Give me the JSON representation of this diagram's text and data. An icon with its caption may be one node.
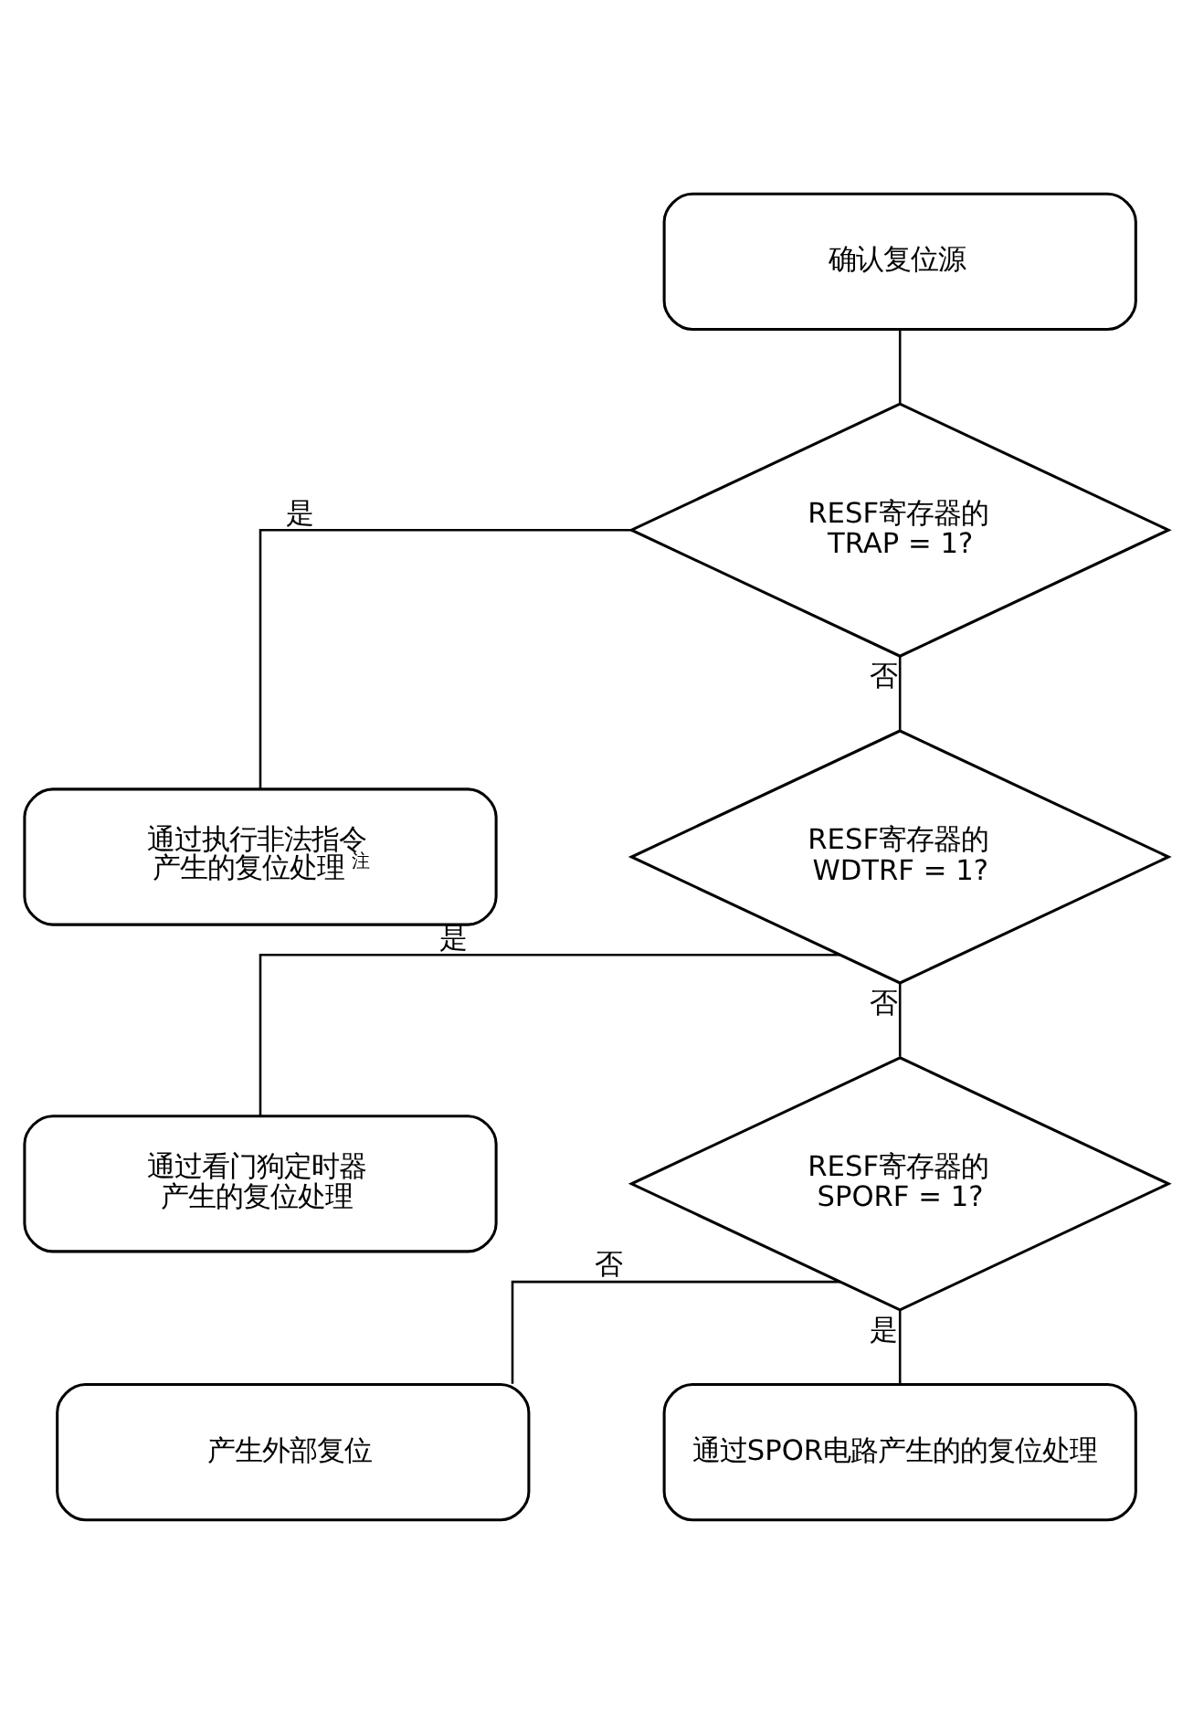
{
  "diagram": {
    "nodes": [
      {
        "text": [
          "确认复位源"
        ]
      },
      {
        "text": [
          "RESF寄存器的 TRAP = 1?"
        ]
      },
      {
        "text": [
          "通过执行非法指令产生的复位处理$^{注}$"
        ]
      },
      {
        "text": [
          "RESF寄存器的 WDTRF = 1?"
        ]
      },
      {
        "text": [
          "通过看门狗定时器产生的复位处理"
        ]
      },
      {
        "text": [
          "RESF寄存器的 SPORF = 1?"
        ]
      },
      {
        "text": [
          "产生外部复位"
        ]
      },
      {
        "text": [
          "通过SPOR电路产生的的复位处理"
        ]
      }
    ],
    "edges": [
      {
        "from": 0,
        "to": 1,
        "arrow": "none"
      },
      {
        "from": 1,
        "to": 2,
        "arrow": "none",
        "label": "是"
      },
      {
        "from": 1,
        "to": 3,
        "arrow": "none",
        "label": "否"
      },
      {
        "from": 3,
        "to": 4,
        "arrow": "none",
        "label": "是"
      },
      {
        "from": 3,
        "to": 5,
        "arrow": "none",
        "label": "否"
      },
      {
        "from": 5,
        "to": 6,
        "arrow": "none",
        "label": "否"
      },
      {
        "from": 5,
        "to": 7,
        "arrow": "none",
        "label": "是"
      }
    ]
  }
}
